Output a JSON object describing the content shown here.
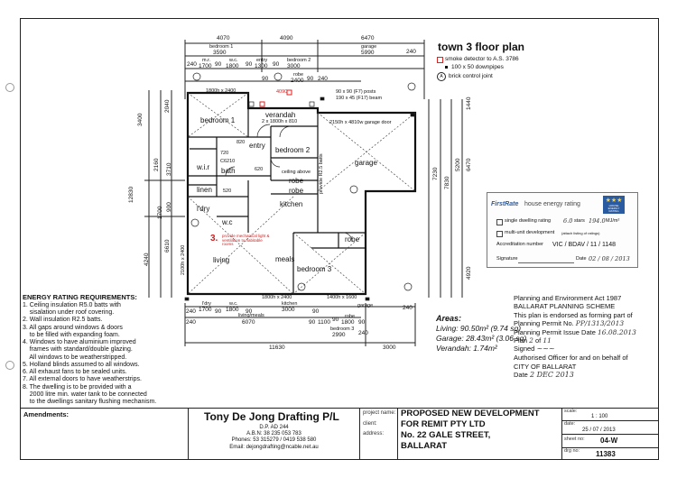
{
  "title": "town 3 floor plan",
  "legend": {
    "smoke": "smoke detector to A.S. 3786",
    "downpipe": "100 x 50 downpipes",
    "joint": "brick control joint",
    "joint_symbol": "A"
  },
  "dims_top": {
    "overall": [
      "4070",
      "4090",
      "6470"
    ],
    "row2": [
      "bedroom 1",
      "3590",
      "garage",
      "5990"
    ],
    "row3": [
      "240",
      "m.r.",
      "1700",
      "90",
      "w.c.",
      "1800",
      "90",
      "entry",
      "1300",
      "90",
      "bedroom 2",
      "3000",
      "240"
    ],
    "row4": [
      "robe",
      "2400",
      "90",
      "90",
      "240"
    ],
    "beam": "4090",
    "post_note1": "90 x 90 (F7) posts",
    "post_note2": "190 x 45 (F17) beam"
  },
  "rooms": {
    "bedroom1": "bedroom 1",
    "verandah": "verandah",
    "entry": "entry",
    "bedroom2": "bedroom 2",
    "garage": "garage",
    "wir": "w.i.r",
    "bath": "bath",
    "linen": "linen",
    "ldry": "l'dry",
    "wc": "w.c",
    "kitchen": "kitchen",
    "robe1": "robe",
    "robe2": "robe",
    "living": "living",
    "meals": "meals",
    "bedroom3": "bedroom 3",
    "robe3": "robe",
    "garage_door": "2150h x 4810w garage door",
    "lintel1": "1800h x 2400",
    "lintel2": "2 x 1800h x 810",
    "lintel3": "1800h x 2400",
    "lintel4": "1400h x 1600",
    "lintel5": "2100h x 2400",
    "provide_batts": "provide R2.5 batts",
    "ceiling_above": "ceiling above",
    "note3_num": "3.",
    "note3": "provide mechanical light & ventilation to habitable rooms",
    "code820": "820",
    "code720": "720",
    "code620": "620",
    "code6210": "C6210",
    "code520": "520"
  },
  "dims_left": [
    "3400",
    "2040",
    "2160",
    "3710",
    "1700",
    "900",
    "4240",
    "6610",
    "12830"
  ],
  "dims_right": [
    "1440",
    "7230",
    "6470",
    "7830",
    "5200",
    "4920"
  ],
  "dims_bottom": {
    "row1": [
      "240",
      "l'dry",
      "1700",
      "90",
      "w.c.",
      "1800",
      "90",
      "kitchen",
      "3000",
      "90",
      "garage",
      "240"
    ],
    "row2": [
      "240",
      "living/meals",
      "6070",
      "90",
      "1100",
      "90",
      "robe",
      "1800",
      "90"
    ],
    "row3": [
      "bedroom 3",
      "2990",
      "240"
    ],
    "overall": [
      "11630",
      "3000"
    ]
  },
  "energy": {
    "brand": "FirstRate",
    "heading": "house energy rating",
    "badge": "HOUSE ENERGY RATING",
    "option1": "single dwelling rating",
    "stars": "6.0",
    "stars_label": "stars",
    "mj": "194.0",
    "mj_unit": "MJ/m²",
    "option2": "multi-unit development",
    "option2_note": "(attach listing of ratings)",
    "accreditation_label": "Accreditation number",
    "accreditation": "VIC / BDAV / 11 / 1148",
    "signature_label": "Signature",
    "date_label": "Date",
    "date": "02 / 08 / 2013"
  },
  "requirements": {
    "heading": "ENERGY RATING REQUIREMENTS:",
    "lines": [
      "1. Ceiling insulation R5.0 batts with",
      "    sisalation under roof covering.",
      "2. Wall insulation R2.5 batts.",
      "3. All gaps around windows & doors",
      "    to be filled with expanding foam.",
      "4. Windows to have aluminium improved",
      "    frames with standard/double glazing.",
      "    All windows to be weatherstripped.",
      "5. Holland blinds assumed to all windows.",
      "6. All exhaust fans to be sealed units.",
      "7. All external doors to have weatherstrips.",
      "8. The dwelling is to be provided with a",
      "    2000 litre min. water tank to be connected",
      "    to the dwellings sanitary flushing mechanism."
    ]
  },
  "areas": {
    "heading": "Areas:",
    "living": "Living: 90.50m² (9.74 sq)",
    "garage": "Garage: 28.43m² (3.06 sq)",
    "verandah": "Verandah: 1.74m²"
  },
  "planning": {
    "l1": "Planning and Environment Act 1987",
    "l2": "BALLARAT PLANNING SCHEME",
    "l3": "This plan is endorsed as forming part of",
    "l4": "Planning Permit No.",
    "l4v": "PP/1313/2013",
    "l5": "Planning Permit Issue Date",
    "l5v": "16.08.2013",
    "l6": "Plan",
    "l6v": "2",
    "l7": "of",
    "l7v": "11",
    "l8": "Signed",
    "l9": "Authorised Officer for and on behalf of",
    "l10": "CITY OF BALLARAT",
    "l11": "Date",
    "l11v": "2 DEC 2013"
  },
  "titleblock": {
    "amendments": "Amendments:",
    "company": "Tony De Jong Drafting P/L",
    "dp": "D.P. AD 244",
    "abn": "A.B.N: 38 235 053 783",
    "phones": "Phones: 53 315279 / 0419 538 580",
    "email": "Email: dejongdrafting@ncable.net.au",
    "project_label": "project name:",
    "client_label": "client:",
    "address_label": "address:",
    "project": "PROPOSED NEW DEVELOPMENT",
    "client": "FOR REMIT PTY LTD",
    "address1": "No. 22 GALE STREET,",
    "address2": "BALLARAT",
    "scale_label": "scale:",
    "scale": "1 : 100",
    "date_label": "date:",
    "date": "25 / 07 / 2013",
    "sheet_label": "sheet no:",
    "sheet": "04-W",
    "drg_label": "drg no:",
    "drg": "11383"
  }
}
